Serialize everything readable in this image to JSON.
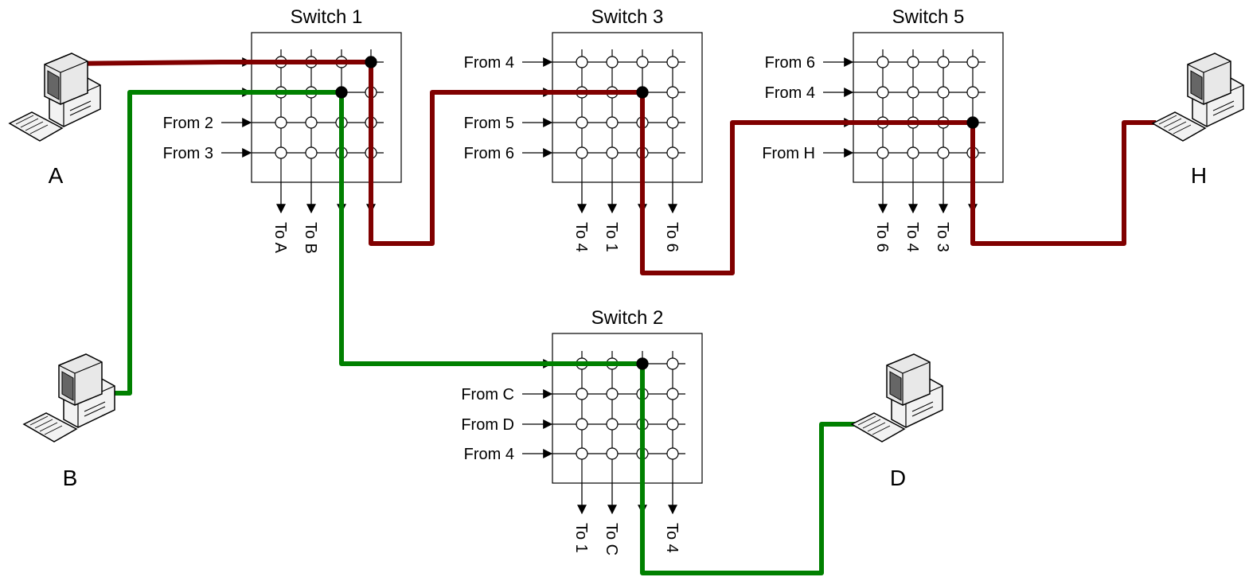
{
  "colors": {
    "path_red": "#800000",
    "path_green": "#008000"
  },
  "switches": [
    {
      "id": "s1",
      "title": "Switch 1",
      "inputs": [
        "",
        "",
        "From 2",
        "From 3"
      ],
      "outputs": [
        "To A",
        "To B",
        "",
        ""
      ],
      "active": [
        [
          0,
          3
        ],
        [
          1,
          2
        ]
      ]
    },
    {
      "id": "s3",
      "title": "Switch 3",
      "inputs": [
        "From 4",
        "",
        "From 5",
        "From 6"
      ],
      "outputs": [
        "To 4",
        "To 1",
        "",
        "To 6"
      ],
      "active": [
        [
          1,
          2
        ]
      ]
    },
    {
      "id": "s5",
      "title": "Switch 5",
      "inputs": [
        "From 6",
        "From 4",
        "",
        "From H"
      ],
      "outputs": [
        "To 6",
        "To 4",
        "To 3",
        ""
      ],
      "active": [
        [
          2,
          3
        ]
      ]
    },
    {
      "id": "s2",
      "title": "Switch 2",
      "inputs": [
        "",
        "From C",
        "From D",
        "From 4"
      ],
      "outputs": [
        "To 1",
        "To C",
        "",
        "To 4"
      ],
      "active": [
        [
          0,
          2
        ]
      ]
    }
  ],
  "hosts": [
    {
      "id": "A",
      "label": "A",
      "icon": "computer-icon"
    },
    {
      "id": "B",
      "label": "B",
      "icon": "computer-icon"
    },
    {
      "id": "D",
      "label": "D",
      "icon": "computer-icon"
    },
    {
      "id": "H",
      "label": "H",
      "icon": "computer-icon"
    }
  ],
  "paths": [
    {
      "id": "A-to-H",
      "color": "red"
    },
    {
      "id": "B-to-D",
      "color": "green"
    }
  ]
}
